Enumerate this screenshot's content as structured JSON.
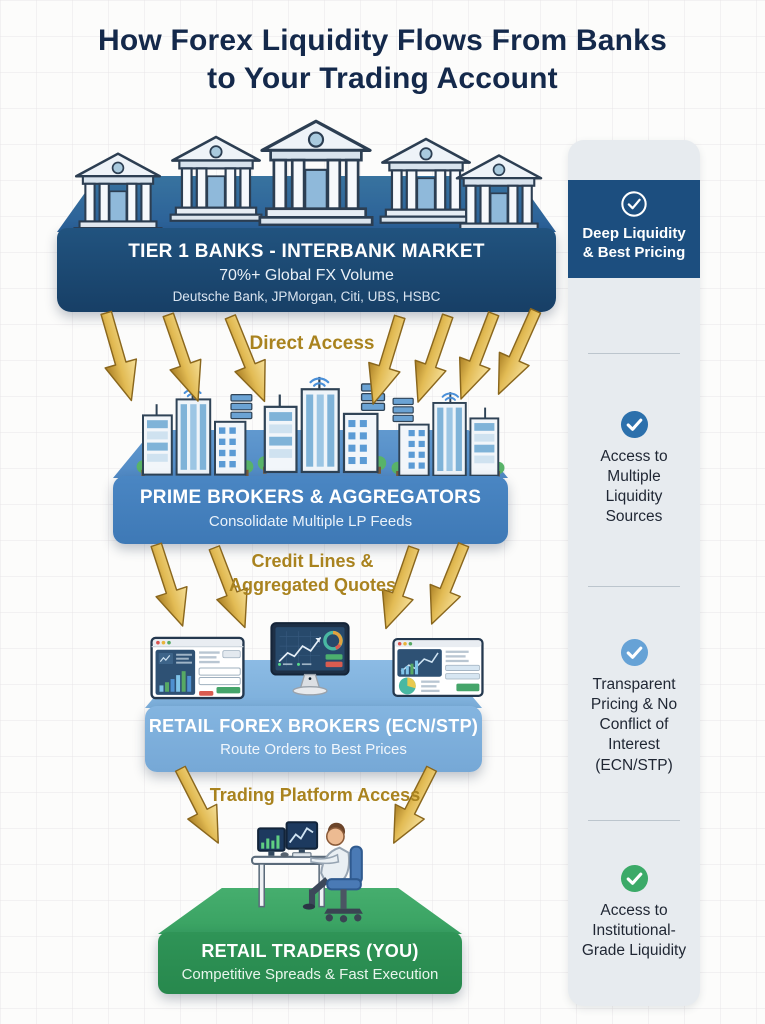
{
  "title": "How Forex Liquidity Flows From Banks to Your Trading Account",
  "tiers": [
    {
      "heading": "TIER 1 BANKS - INTERBANK MARKET",
      "sub1": "70%+ Global FX Volume",
      "sub2": "Deutsche Bank, JPMorgan, Citi, UBS, HSBC"
    },
    {
      "heading": "PRIME BROKERS & AGGREGATORS",
      "sub1": "Consolidate Multiple LP Feeds"
    },
    {
      "heading": "RETAIL FOREX BROKERS (ECN/STP)",
      "sub1": "Route Orders to Best Prices"
    },
    {
      "heading": "RETAIL TRADERS (YOU)",
      "sub1": "Competitive Spreads & Fast Execution"
    }
  ],
  "flows": [
    {
      "line1": "Direct Access"
    },
    {
      "line1": "Credit Lines &",
      "line2": "Aggregated Quotes"
    },
    {
      "line1": "Trading Platform Access"
    }
  ],
  "sidebar": {
    "items": [
      {
        "icon": "check-circle-outline-icon",
        "label": "Deep Liquidity & Best Pricing"
      },
      {
        "icon": "check-circle-icon",
        "label": "Access to Multiple Liquidity Sources"
      },
      {
        "icon": "check-circle-icon",
        "label": "Transparent Pricing & No Conflict of Interest (ECN/STP)"
      },
      {
        "icon": "check-circle-icon",
        "label": "Access to Institutional-Grade Liquidity"
      }
    ]
  },
  "colors": {
    "navy": "#1c4e7f",
    "medium_blue": "#4a86c3",
    "light_blue": "#7fb2dd",
    "green": "#2e9156",
    "gold_arrow": "#d9b14f",
    "gold_text": "#a9831f",
    "sidebar_bg": "#e7ebef",
    "check_blue": "#2c70ac",
    "check_light_blue": "#66a2d6",
    "check_green": "#3caa68"
  }
}
